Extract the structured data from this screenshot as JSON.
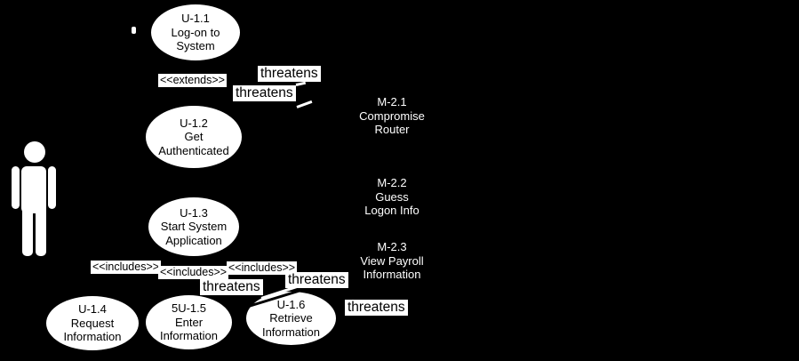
{
  "diagram": {
    "title": "misuse-case-diagram",
    "background_color": "#000000",
    "shape_fill_color": "#ffffff",
    "shape_text_color": "#000000",
    "misuse_text_color": "#ffffff"
  },
  "actor": {
    "icon": "person-actor-icon"
  },
  "usecases": [
    {
      "lines": [
        "U-1.1",
        "Log-on to",
        "System"
      ]
    },
    {
      "lines": [
        "U-1.2",
        "Get",
        "Authenticated"
      ]
    },
    {
      "lines": [
        "U-1.3",
        "Start System",
        "Application"
      ]
    },
    {
      "lines": [
        "U-1.4",
        "Request",
        "Information"
      ]
    },
    {
      "lines": [
        "5U-1.5",
        "Enter",
        "Information"
      ]
    },
    {
      "lines": [
        "U-1.6",
        "Retrieve",
        "Information"
      ]
    }
  ],
  "misuse_cases": [
    {
      "lines": [
        "M-2.1",
        "Compromise",
        "Router"
      ]
    },
    {
      "lines": [
        "M-2.2",
        "Guess",
        "Logon Info"
      ]
    },
    {
      "lines": [
        "M-2.3",
        "View Payroll",
        "Information"
      ]
    }
  ],
  "labels": {
    "extends": "<<extends>>",
    "includes": "<<includes>>",
    "threatens": "threatens"
  }
}
